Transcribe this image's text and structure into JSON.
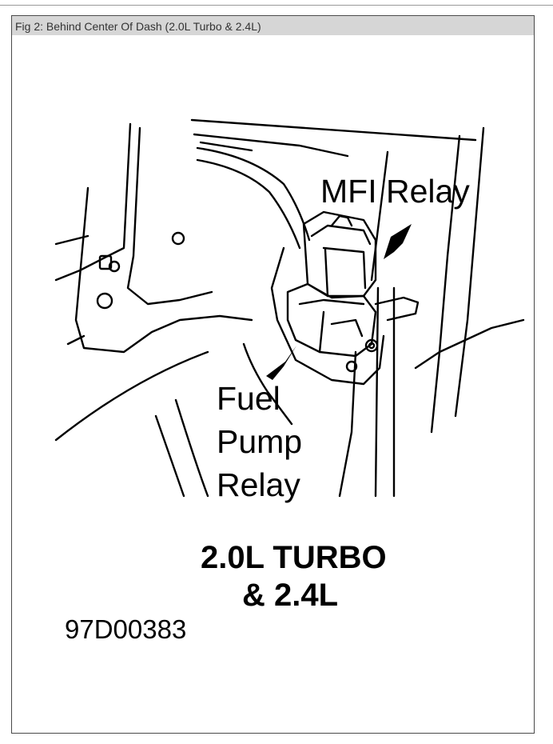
{
  "figure": {
    "caption": "Fig 2: Behind Center Of Dash (2.0L Turbo & 2.4L)",
    "labels": {
      "mfi_relay": "MFI Relay",
      "fuel_pump_relay_line1": "Fuel",
      "fuel_pump_relay_line2": "Pump",
      "fuel_pump_relay_line3": "Relay",
      "engine_line1": "2.0L TURBO",
      "engine_line2": "& 2.4L",
      "figure_code": "97D00383"
    }
  },
  "colors": {
    "line": "#000000",
    "caption_bar": "#d6d6d6",
    "frame_border": "#4a4a4a"
  }
}
